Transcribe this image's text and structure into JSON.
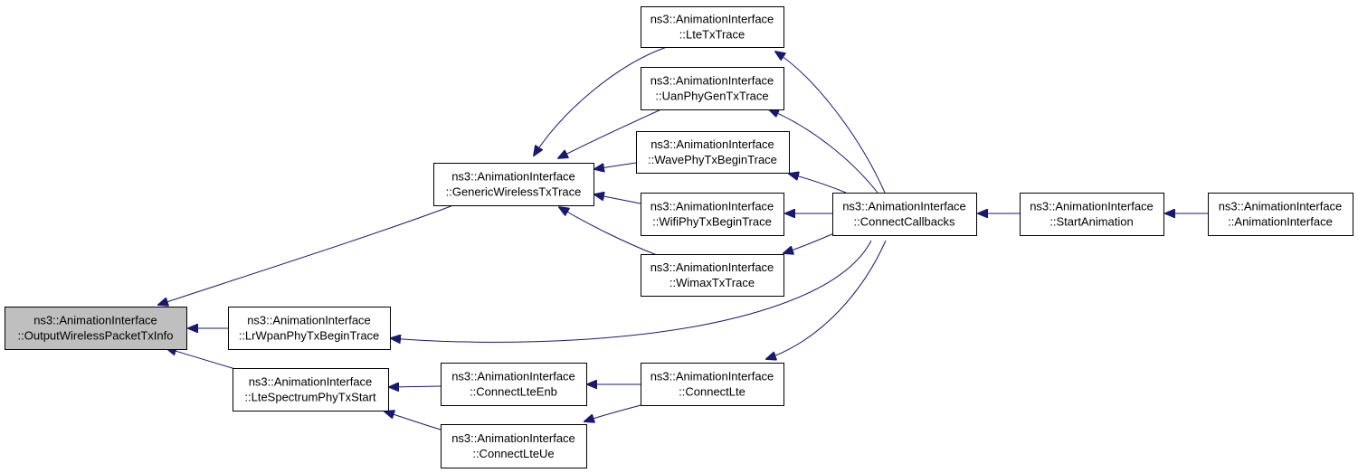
{
  "colors": {
    "edge": "#191970",
    "node_border": "#000000",
    "node_fill": "#ffffff",
    "highlight_fill": "#bfbfbf"
  },
  "nodes": [
    {
      "id": "output",
      "line1": "ns3::AnimationInterface",
      "line2": "::OutputWirelessPacketTxInfo",
      "highlight": true
    },
    {
      "id": "generic",
      "line1": "ns3::AnimationInterface",
      "line2": "::GenericWirelessTxTrace"
    },
    {
      "id": "lrwpan",
      "line1": "ns3::AnimationInterface",
      "line2": "::LrWpanPhyTxBeginTrace"
    },
    {
      "id": "ltespectrum",
      "line1": "ns3::AnimationInterface",
      "line2": "::LteSpectrumPhyTxStart"
    },
    {
      "id": "ltetx",
      "line1": "ns3::AnimationInterface",
      "line2": "::LteTxTrace"
    },
    {
      "id": "uan",
      "line1": "ns3::AnimationInterface",
      "line2": "::UanPhyGenTxTrace"
    },
    {
      "id": "wave",
      "line1": "ns3::AnimationInterface",
      "line2": "::WavePhyTxBeginTrace"
    },
    {
      "id": "wifi",
      "line1": "ns3::AnimationInterface",
      "line2": "::WifiPhyTxBeginTrace"
    },
    {
      "id": "wimax",
      "line1": "ns3::AnimationInterface",
      "line2": "::WimaxTxTrace"
    },
    {
      "id": "connectlteenb",
      "line1": "ns3::AnimationInterface",
      "line2": "::ConnectLteEnb"
    },
    {
      "id": "connectlteue",
      "line1": "ns3::AnimationInterface",
      "line2": "::ConnectLteUe"
    },
    {
      "id": "connectlte",
      "line1": "ns3::AnimationInterface",
      "line2": "::ConnectLte"
    },
    {
      "id": "connectcallbacks",
      "line1": "ns3::AnimationInterface",
      "line2": "::ConnectCallbacks"
    },
    {
      "id": "startanimation",
      "line1": "ns3::AnimationInterface",
      "line2": "::StartAnimation"
    },
    {
      "id": "ctor",
      "line1": "ns3::AnimationInterface",
      "line2": "::AnimationInterface"
    }
  ],
  "edges": [
    {
      "from": "generic",
      "to": "output"
    },
    {
      "from": "lrwpan",
      "to": "output"
    },
    {
      "from": "ltespectrum",
      "to": "output"
    },
    {
      "from": "ltetx",
      "to": "generic"
    },
    {
      "from": "uan",
      "to": "generic"
    },
    {
      "from": "wave",
      "to": "generic"
    },
    {
      "from": "wifi",
      "to": "generic"
    },
    {
      "from": "wimax",
      "to": "generic"
    },
    {
      "from": "connectcallbacks",
      "to": "lrwpan"
    },
    {
      "from": "connectlteenb",
      "to": "ltespectrum"
    },
    {
      "from": "connectlteue",
      "to": "ltespectrum"
    },
    {
      "from": "connectcallbacks",
      "to": "ltetx"
    },
    {
      "from": "connectcallbacks",
      "to": "uan"
    },
    {
      "from": "connectcallbacks",
      "to": "wave"
    },
    {
      "from": "connectcallbacks",
      "to": "wifi"
    },
    {
      "from": "connectcallbacks",
      "to": "wimax"
    },
    {
      "from": "connectlte",
      "to": "connectlteenb"
    },
    {
      "from": "connectlte",
      "to": "connectlteue"
    },
    {
      "from": "connectcallbacks",
      "to": "connectlte"
    },
    {
      "from": "startanimation",
      "to": "connectcallbacks"
    },
    {
      "from": "ctor",
      "to": "startanimation"
    }
  ]
}
